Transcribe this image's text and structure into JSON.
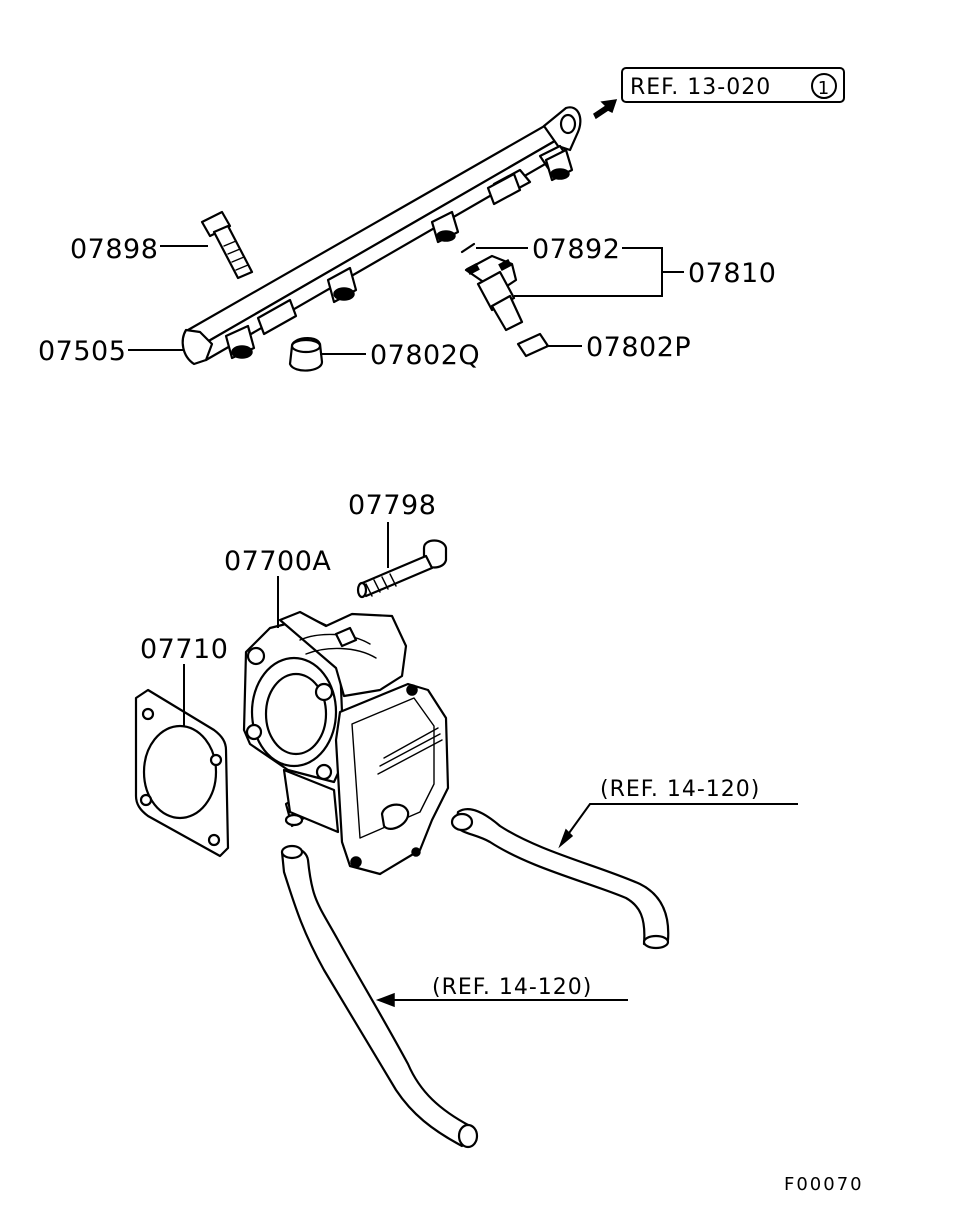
{
  "callouts": {
    "p07898": "07898",
    "p07505": "07505",
    "p07802q": "07802Q",
    "p07892": "07892",
    "p07810": "07810",
    "p07802p": "07802P",
    "p07798": "07798",
    "p07700a": "07700A",
    "p07710": "07710"
  },
  "references": {
    "ref_13_020": "REF. 13-020",
    "ref_13_020_circle": "1",
    "ref_14_120_upper": "(REF. 14-120)",
    "ref_14_120_lower": "(REF. 14-120)"
  },
  "figure_code": "F00070"
}
